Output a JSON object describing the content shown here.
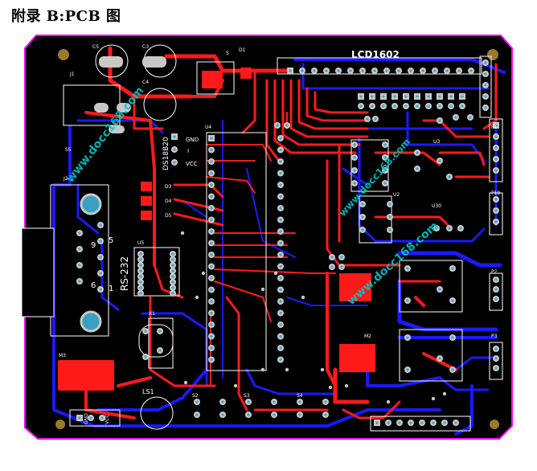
{
  "page": {
    "title": "附录 B:PCB 图"
  },
  "colors": {
    "board": "#000000",
    "outline": "#ff00ff",
    "top_copper": "#ff1a1a",
    "bottom_copper": "#1a1aff",
    "silkscreen": "#ffffff",
    "pad": "#c8c8c8",
    "via": "#3aa0c0",
    "watermark": "#00c8c8",
    "mount_hole": "#9a7a2a"
  },
  "board": {
    "lcd_header": "LCD1602",
    "watermarks": [
      "www.docc168.com",
      "www.docc168.com",
      "www.docc168.com"
    ],
    "labels": {
      "c5": "C5",
      "c3": "C3",
      "c4": "C4",
      "s": "S",
      "d1": "D1",
      "j1": "J1",
      "s5": "S5",
      "j2": "J2",
      "sensor": "DS18B20",
      "gnd": "GND",
      "io": "I",
      "vcc": "VCC",
      "u4": "U4",
      "d3": "D3",
      "d4": "D4",
      "d5": "D5",
      "u5": "U5",
      "rs232": "RS-232",
      "x1": "X1",
      "m3": "M3",
      "ls1": "LS1",
      "s2": "S2",
      "s3": "S3",
      "s4": "S4",
      "u3": "U3",
      "u2": "U2",
      "u30": "U30",
      "p18": "P18",
      "p1": "P1",
      "p2": "P2",
      "p3": "P3",
      "m2": "M2",
      "gnd_bottom": "GND",
      "vcc_bottom": "VCC",
      "conn_5": "5",
      "conn_9": "9",
      "conn_6": "6",
      "conn_1": "1"
    }
  }
}
